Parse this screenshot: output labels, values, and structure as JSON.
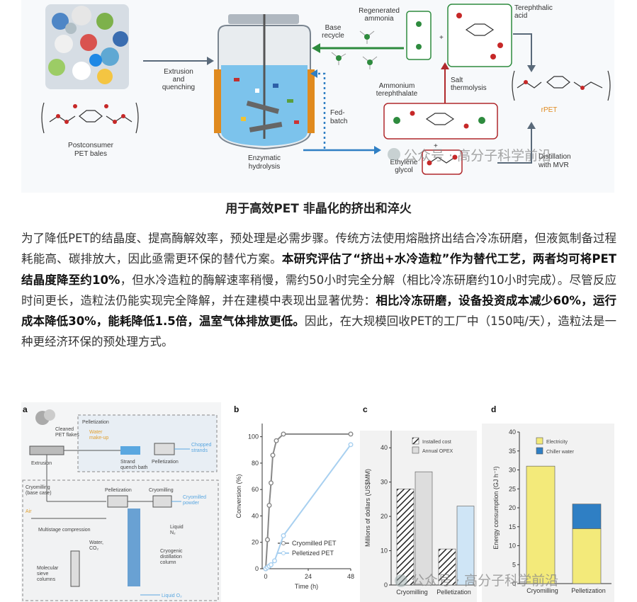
{
  "top_figure": {
    "labels": {
      "postconsumer": [
        "Postconsumer",
        "PET bales"
      ],
      "extrusion": [
        "Extrusion",
        "and",
        "quenching"
      ],
      "enzymatic": [
        "Enzymatic",
        "hydrolysis"
      ],
      "fed_batch": [
        "Fed-",
        "batch"
      ],
      "base_recycle": [
        "Base",
        "recycle"
      ],
      "regenerated_ammonia": [
        "Regenerated",
        "ammonia"
      ],
      "terephthalic": [
        "Terephthalic",
        "acid"
      ],
      "salt_thermolysis": [
        "Salt",
        "thermolysis"
      ],
      "ammonium_tp": [
        "Ammonium",
        "terephthalate"
      ],
      "rpet": "rPET",
      "ethylene_glycol": [
        "Ethylene",
        "glycol"
      ],
      "distillation": [
        "Distillation",
        "with MVR"
      ],
      "plus": "+"
    },
    "watermark": "公众号 · 高分子科学前沿"
  },
  "caption": "用于高效PET 非晶化的挤出和淬火",
  "body": {
    "p1": "为了降低PET的结晶度、提高酶解效率，预处理是必需步骤。传统方法使用熔融挤出结合冷冻研磨，但液氮制备过程耗能高、碳排放大，因此亟需更环保的替代方案。",
    "b1": "本研究评估了“挤出+水冷造粒”作为替代工艺，两者均可将PET结晶度降至约10%",
    "p2": "，但水冷造粒的酶解速率稍慢，需约50小时完全分解（相比冷冻研磨约10小时完成）。尽管反应时间更长，造粒法仍能实现完全降解，并在建模中表现出显著优势：",
    "b2": "相比冷冻研磨，设备投资成本减少60%，运行成本降低30%，能耗降低1.5倍，温室气体排放更低。",
    "p3": "因此，在大规模回收PET的工厂中（150吨/天），造粒法是一种更经济环保的预处理方式。"
  },
  "bottom_figure": {
    "panel_a": {
      "letter": "a",
      "labels": {
        "cleaned": [
          "Cleaned",
          "PET flakes"
        ],
        "extrusion": "Extrusion",
        "pelletization_box": "Pelletization",
        "water": [
          "Water",
          "make-up"
        ],
        "strand": [
          "Strand",
          "quench bath"
        ],
        "pelletization": "Pelletization",
        "chopped": [
          "Chopped",
          "strands"
        ],
        "cryomilling_base": [
          "Cryomilling",
          "(base case)"
        ],
        "pelletization2": "Pelletization",
        "cryomilling": "Cryomilling",
        "cryomilled_powder": [
          "Cryomilled",
          "powder"
        ],
        "air": "Air",
        "multistage": "Multistage compression",
        "liquid_n2": [
          "Liquid",
          "N₂"
        ],
        "water_co2": [
          "Water,",
          "CO₂"
        ],
        "cryogenic": [
          "Cryogenic",
          "distillation",
          "column"
        ],
        "molecular": [
          "Molecular",
          "sieve",
          "columns"
        ],
        "liquid_o2": "Liquid O₂"
      }
    },
    "chart_data": [
      {
        "type": "line",
        "panel": "b",
        "xlabel": "Time (h)",
        "ylabel": "Conversion (%)",
        "xlim": [
          -2,
          48
        ],
        "ylim": [
          0,
          110
        ],
        "xticks": [
          0,
          24,
          48
        ],
        "yticks": [
          0,
          20,
          40,
          60,
          80,
          100
        ],
        "legend_position": "bottom-right",
        "series": [
          {
            "name": "Cryomilled PET",
            "color": "#888888",
            "x": [
              0,
              1,
              2,
              3,
              4,
              6,
              10,
              48
            ],
            "y": [
              0,
              22,
              48,
              65,
              86,
              97,
              102,
              102
            ]
          },
          {
            "name": "Pelletized PET",
            "color": "#a8d0f0",
            "x": [
              0,
              1,
              2,
              3,
              5,
              10,
              48
            ],
            "y": [
              0,
              1,
              2,
              3,
              6,
              25,
              94
            ]
          }
        ]
      },
      {
        "type": "bar",
        "panel": "c",
        "categories": [
          "Cryomilling",
          "Pelletization"
        ],
        "ylabel": "Millions of dollars (US$MM)",
        "ylim": [
          0,
          45
        ],
        "yticks": [
          0,
          10,
          20,
          30,
          40
        ],
        "legend_position": "top-left",
        "series": [
          {
            "name": "Installed cost",
            "pattern": "hatched",
            "values": [
              28,
              10.5
            ]
          },
          {
            "name": "Annual OPEX",
            "color": "#dddddd",
            "values": [
              33,
              23
            ]
          }
        ],
        "series_colors": [
          "#dddddd",
          "#cfe5f6"
        ]
      },
      {
        "type": "bar",
        "panel": "d",
        "stacked": true,
        "categories": [
          "Cryomilling",
          "Pelletization"
        ],
        "ylabel": "Energy consumption (GJ h⁻¹)",
        "ylim": [
          0,
          40
        ],
        "yticks": [
          0,
          5,
          10,
          15,
          20,
          25,
          30,
          35,
          40
        ],
        "legend_position": "top-left",
        "series": [
          {
            "name": "Electricity",
            "color": "#f3ea7a",
            "values": [
              31,
              14.5
            ]
          },
          {
            "name": "Chiller water",
            "color": "#2f7fc4",
            "values": [
              0,
              6.5
            ]
          }
        ]
      }
    ],
    "panel_letters": [
      "b",
      "c",
      "d"
    ],
    "watermark": "公众号 · 高分子科学前沿"
  }
}
